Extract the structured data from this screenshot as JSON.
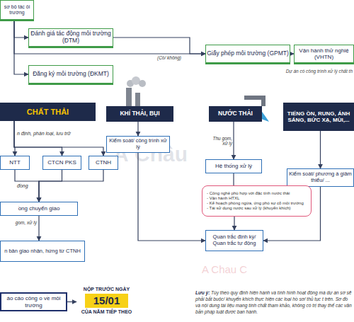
{
  "diagram": {
    "nodes": [
      {
        "text": [
          "sơ bộ tác ôi trường"
        ]
      },
      {
        "text": [
          "Đánh giá tác động môi trường (ĐTM)"
        ]
      },
      {
        "text": [
          "Giấy phép môi trường (GPMT)"
        ]
      },
      {
        "text": [
          "Vận hành thử nghiệ (VHTN)"
        ]
      },
      {
        "text": [
          "Đăng ký môi trường (ĐKMT)"
        ]
      },
      {
        "text": [
          "CHẤT THẢI"
        ]
      },
      {
        "text": [
          "KHÍ THẢI, BỤI"
        ]
      },
      {
        "text": [
          "NƯỚC THẢI"
        ]
      },
      {
        "text": [
          "TIẾNG ỒN, RUNG, ÁNH SÁNG, BỨC XẠ, MÙI,..."
        ]
      },
      {
        "text": [
          "NTT"
        ]
      },
      {
        "text": [
          "CTCN PKS"
        ]
      },
      {
        "text": [
          "CTNH"
        ]
      },
      {
        "text": [
          "Kiểm soát/ công trình xử lý"
        ]
      },
      {
        "text": [
          "Hệ thống xử lý"
        ]
      },
      {
        "text": [
          "Kiểm soát/ phương á giảm thiểu/ ..."
        ]
      },
      {
        "text": [
          "ồng chuyển giao"
        ]
      },
      {
        "text": [
          "- Công nghệ phù hợp với đặc tính nước thải",
          "- Vận hành HTXL",
          "- Kế hoạch phòng ngừa, ứng phó sự cố môi trường",
          "- Tái sử dụng nước sau xử lý (khuyến khích)"
        ]
      },
      {
        "text": [
          "Quan trắc định kỳ/ Quan trắc tự động"
        ]
      },
      {
        "text": [
          "n bản giao nhận, hứng từ CTNH"
        ]
      },
      {
        "text": [
          "áo cáo công o về môi trường"
        ]
      },
      {
        "text": [
          "NỘP TRƯỚC NGÀY",
          "15/01",
          "CỦA NĂM TIẾP THEO"
        ]
      }
    ],
    "edges": [
      {
        "from": 0,
        "to": 1,
        "arrow": "to"
      },
      {
        "from": 0,
        "to": 4,
        "arrow": "to"
      },
      {
        "from": 0,
        "to": 2,
        "label": "(Có/ không)",
        "arrow": "to"
      },
      {
        "from": 1,
        "to": 2,
        "arrow": "to"
      },
      {
        "from": 2,
        "to": 3,
        "arrow": "to"
      },
      {
        "from": 5,
        "to": 9,
        "arrow": "to"
      },
      {
        "from": 5,
        "to": 10,
        "arrow": "to"
      },
      {
        "from": 5,
        "to": 11,
        "arrow": "to"
      },
      {
        "from": 9,
        "to": 15,
        "arrow": "to"
      },
      {
        "from": 10,
        "to": 15,
        "arrow": "to"
      },
      {
        "from": 11,
        "to": 15,
        "arrow": "to"
      },
      {
        "from": 15,
        "to": 18,
        "label": "gom, xử lý",
        "arrow": "to"
      },
      {
        "from": 6,
        "to": 12,
        "arrow": "to"
      },
      {
        "from": 7,
        "to": 13,
        "label": "Thu gom, xử lý",
        "arrow": "to"
      },
      {
        "from": 8,
        "to": 14,
        "arrow": "to"
      },
      {
        "from": 13,
        "to": 16,
        "arrow": "none"
      },
      {
        "from": 12,
        "to": 17,
        "arrow": "to"
      },
      {
        "from": 16,
        "to": 17,
        "arrow": "to"
      },
      {
        "from": 14,
        "to": 17,
        "arrow": "to"
      },
      {
        "from": 19,
        "to": 20,
        "arrow": "to"
      }
    ],
    "labels": [
      "Dự án có công trình xử lý chất th",
      "n định, phân loại, lưu trữ",
      "đồng",
      "Lưu ý:",
      "Tùy theo quy định hiện hành và tình hình hoạt động mà dự án sơ sẽ phải bắt buộc/ khuyến khích thực hiện các loại hồ sơ/ thủ tục t trên. Sơ đồ và nội dung tài liệu mang tính chất tham khảo, không có trị thay thế các văn bản pháp luật được ban hành.",
      "Á Châu",
      "A Chau C"
    ]
  }
}
